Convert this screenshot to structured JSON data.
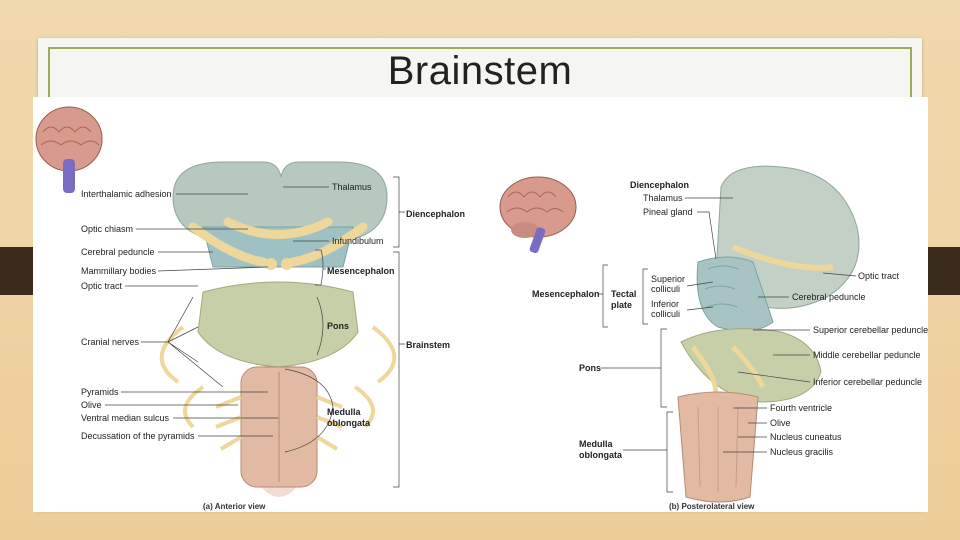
{
  "slide": {
    "title": "Brainstem"
  },
  "anterior": {
    "labels_left": [
      "Interthalamic adhesion",
      "Optic chiasm",
      "Cerebral peduncle",
      "Mammillary bodies",
      "Optic tract",
      "Cranial nerves",
      "Pyramids",
      "Olive",
      "Ventral median sulcus",
      "Decussation of the pyramids"
    ],
    "labels_right": [
      "Thalamus",
      "Infundibulum"
    ],
    "regions": [
      "Diencephalon",
      "Mesencephalon",
      "Pons",
      "Medulla",
      "oblongata",
      "Brainstem"
    ],
    "caption": "(a) Anterior view"
  },
  "posterior": {
    "labels_top": [
      "Diencephalon",
      "Thalamus",
      "Pineal gland"
    ],
    "labels_right": [
      "Optic tract",
      "Cerebral peduncle",
      "Superior cerebellar peduncle",
      "Middle cerebellar peduncle",
      "Inferior cerebellar peduncle",
      "Fourth ventricle",
      "Olive",
      "Nucleus cuneatus",
      "Nucleus gracilis"
    ],
    "tectal": [
      "Superior",
      "colliculi",
      "Inferior",
      "colliculi"
    ],
    "tectal_plate": [
      "Tectal",
      "plate"
    ],
    "regions": [
      "Mesencephalon",
      "Pons",
      "Medulla",
      "oblongata"
    ],
    "caption": "(b) Posterolateral view"
  }
}
